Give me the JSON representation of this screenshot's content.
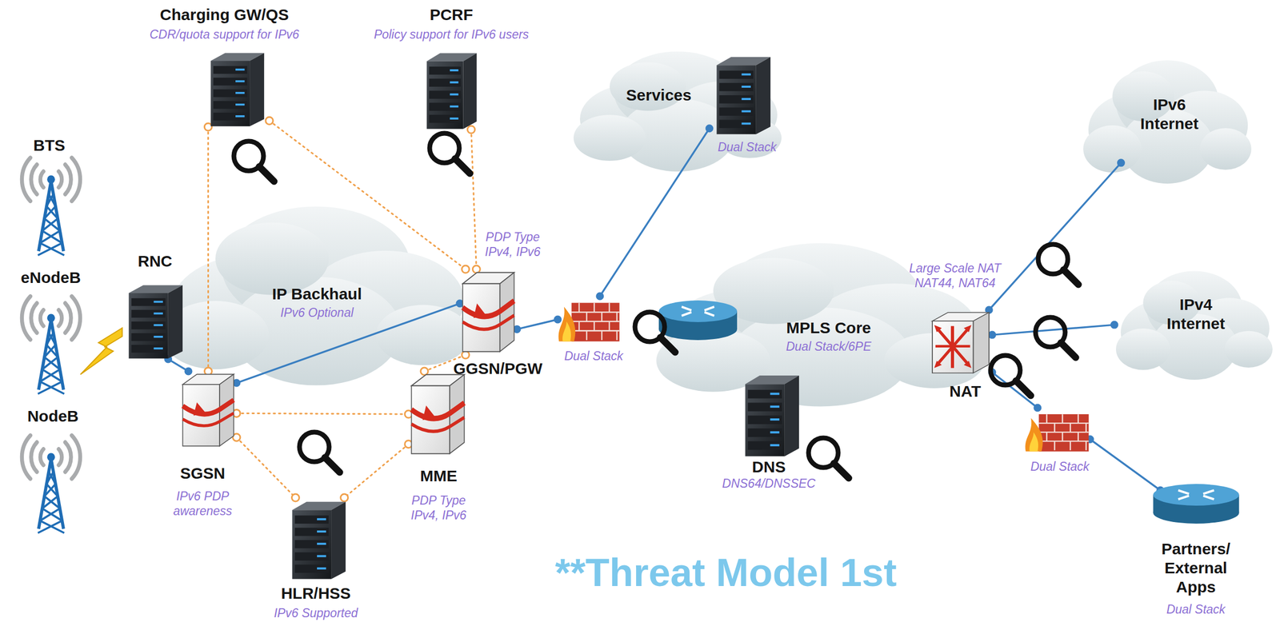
{
  "diagram": {
    "nodes": [
      {
        "text": [
          "Charging GW/QS",
          "CDR/quota support for IPv6"
        ]
      },
      {
        "text": [
          "PCRF",
          "Policy support for IPv6 users"
        ]
      },
      {
        "text": [
          "BTS"
        ]
      },
      {
        "text": [
          "eNodeB"
        ]
      },
      {
        "text": [
          "NodeB"
        ]
      },
      {
        "text": [
          "RNC"
        ]
      },
      {
        "text": [
          "IP Backhaul",
          "IPv6 Optional"
        ]
      },
      {
        "text": [
          "SGSN",
          "IPv6 PDP awareness"
        ]
      },
      {
        "text": [
          "GGSN/PGW",
          "PDP Type IPv4, IPv6"
        ]
      },
      {
        "text": [
          "MME",
          "PDP Type IPv4, IPv6"
        ]
      },
      {
        "text": [
          "HLR/HSS",
          "IPv6 Supported"
        ]
      },
      {
        "text": [
          "Services",
          "Dual Stack"
        ]
      },
      {
        "text": [
          "Dual Stack"
        ]
      },
      {
        "text": [
          "MPLS Core",
          "Dual Stack/6PE"
        ]
      },
      {
        "text": [
          "DNS",
          "DNS64/DNSSEC"
        ]
      },
      {
        "text": [
          "IPv6 Internet"
        ]
      },
      {
        "text": [
          "IPv4 Internet"
        ]
      },
      {
        "text": [
          "Large Scale NAT NAT44, NAT64",
          "NAT"
        ]
      },
      {
        "text": [
          "Dual Stack"
        ]
      },
      {
        "text": [
          "Partners/ External Apps",
          "Dual Stack"
        ]
      }
    ],
    "edges": [
      {
        "from": 0,
        "to": 7,
        "arrow": "none"
      },
      {
        "from": 0,
        "to": 8,
        "arrow": "none"
      },
      {
        "from": 1,
        "to": 8,
        "arrow": "none"
      },
      {
        "from": 7,
        "to": 9,
        "arrow": "none"
      },
      {
        "from": 7,
        "to": 10,
        "arrow": "none"
      },
      {
        "from": 9,
        "to": 10,
        "arrow": "none"
      },
      {
        "from": 9,
        "to": 8,
        "arrow": "none"
      },
      {
        "from": 5,
        "to": 7,
        "arrow": "none"
      },
      {
        "from": 7,
        "to": 8,
        "arrow": "none"
      },
      {
        "from": 8,
        "to": 12,
        "arrow": "none"
      },
      {
        "from": 12,
        "to": 11,
        "arrow": "none"
      },
      {
        "from": 17,
        "to": 15,
        "arrow": "none"
      },
      {
        "from": 17,
        "to": 16,
        "arrow": "none"
      },
      {
        "from": 17,
        "to": 18,
        "arrow": "none"
      },
      {
        "from": 18,
        "to": 19,
        "arrow": "none"
      }
    ],
    "labels": [
      "**Threat Model 1st"
    ]
  }
}
